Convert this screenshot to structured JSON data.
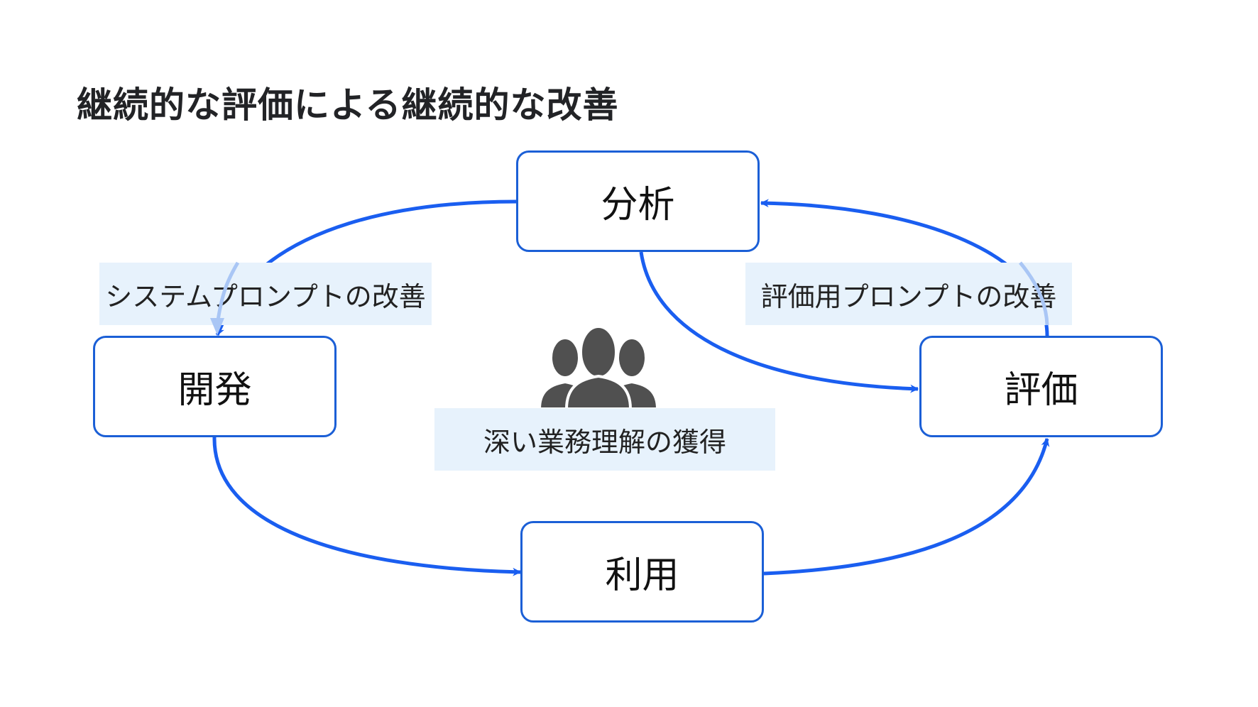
{
  "title": "継続的な評価による継続的な改善",
  "colors": {
    "arrow": "#1a5ef0",
    "arrow_faded": "#a9c6f5",
    "node_border": "#1b5fd6",
    "label_bg": "#e7f2fc",
    "icon": "#505050"
  },
  "nodes": {
    "analysis": "分析",
    "development": "開発",
    "evaluation": "評価",
    "usage": "利用"
  },
  "labels": {
    "system_prompt": "システムプロンプトの改善",
    "eval_prompt": "評価用プロンプトの改善",
    "center": "深い業務理解の獲得"
  },
  "icons": {
    "center": "people-group-icon"
  },
  "edges": [
    {
      "from": "分析",
      "to": "開発"
    },
    {
      "from": "開発",
      "to": "利用"
    },
    {
      "from": "利用",
      "to": "評価"
    },
    {
      "from": "評価",
      "to": "分析"
    },
    {
      "from": "分析",
      "to": "評価"
    }
  ]
}
